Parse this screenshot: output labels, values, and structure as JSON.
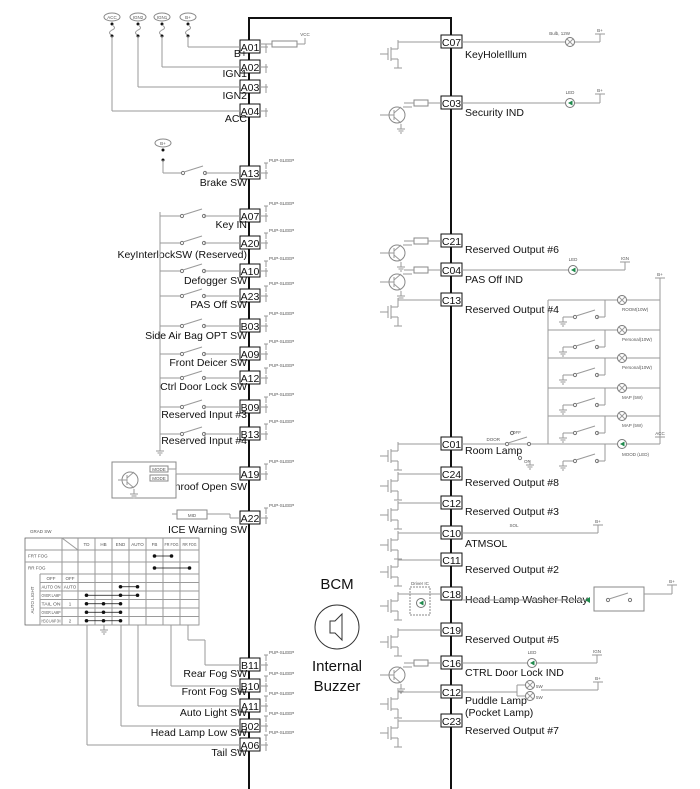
{
  "module": {
    "title": "BCM",
    "buzzer_line1": "Internal",
    "buzzer_line2": "Buzzer"
  },
  "power_sources": [
    "ACC",
    "IGN2",
    "IGN1",
    "B+"
  ],
  "vcc": "VCC",
  "pup_label": "PUP-SLEEP",
  "left_pins": [
    {
      "pin": "A01",
      "label": "B+"
    },
    {
      "pin": "A02",
      "label": "IGN1"
    },
    {
      "pin": "A03",
      "label": "IGN2"
    },
    {
      "pin": "A04",
      "label": "ACC"
    },
    {
      "pin": "A13",
      "label": "Brake SW"
    },
    {
      "pin": "A07",
      "label": "Key IN"
    },
    {
      "pin": "A20",
      "label": "KeyInterlockSW (Reserved)"
    },
    {
      "pin": "A10",
      "label": "Defogger SW"
    },
    {
      "pin": "A23",
      "label": "PAS Off SW"
    },
    {
      "pin": "B03",
      "label": "Side Air Bag OPT SW"
    },
    {
      "pin": "A09",
      "label": "Front Deicer SW"
    },
    {
      "pin": "A12",
      "label": "Ctrl Door Lock SW"
    },
    {
      "pin": "B09",
      "label": "Reserved Input #3"
    },
    {
      "pin": "B13",
      "label": "Reserved Input #4"
    },
    {
      "pin": "A19",
      "label": "Sunroof Open SW"
    },
    {
      "pin": "A22",
      "label": "ICE Warning SW"
    },
    {
      "pin": "B11",
      "label": "Rear Fog SW"
    },
    {
      "pin": "B10",
      "label": "Front Fog SW"
    },
    {
      "pin": "A11",
      "label": "Auto Light SW"
    },
    {
      "pin": "B02",
      "label": "Head Lamp Low SW"
    },
    {
      "pin": "A06",
      "label": "Tail SW"
    }
  ],
  "right_pins": [
    {
      "pin": "C07",
      "label": "KeyHoleIllum"
    },
    {
      "pin": "C03",
      "label": "Security IND"
    },
    {
      "pin": "C21",
      "label": "Reserved Output #6"
    },
    {
      "pin": "C04",
      "label": "PAS Off IND"
    },
    {
      "pin": "C13",
      "label": "Reserved Output #4"
    },
    {
      "pin": "C01",
      "label": "Room Lamp"
    },
    {
      "pin": "C24",
      "label": "Reserved Output #8"
    },
    {
      "pin": "C12",
      "label": "Reserved Output #3"
    },
    {
      "pin": "C10",
      "label": "ATMSOL"
    },
    {
      "pin": "C11",
      "label": "Reserved Output #2"
    },
    {
      "pin": "C18",
      "label": "Head Lamp Washer Relay"
    },
    {
      "pin": "C19",
      "label": "Reserved Output #5"
    },
    {
      "pin": "C16",
      "label": "CTRL Door Lock IND"
    },
    {
      "pin": "C12",
      "label": "Puddle Lamp",
      "label2": "(Pocket Lamp)"
    },
    {
      "pin": "C23",
      "label": "Reserved Output #7"
    }
  ],
  "loads": {
    "keyhole": {
      "name": "Bulb, 12W",
      "supply": "B+"
    },
    "security": {
      "name": "LED",
      "supply": "B+"
    },
    "pas": {
      "name": "LED",
      "supply": "IGN"
    },
    "room_supply": "B+",
    "room_lamps": [
      "ROOM(10W)",
      "Personal(10W)",
      "Personal(10W)",
      "MAP (5W)",
      "MAP (5W)"
    ],
    "mood": {
      "name": "MOOD (LED)",
      "supply": "ACC"
    },
    "door_switch": [
      "OFF",
      "DOOR",
      "ON"
    ],
    "atmsol": {
      "name": "SOL",
      "supply": "B+"
    },
    "washer": {
      "driver": "Driver IC",
      "supply": "B+"
    },
    "ctrl_lock": {
      "name": "LED",
      "supply": "IGN"
    },
    "puddle": {
      "lamps": [
        "5W",
        "5W"
      ],
      "supply": "B+"
    },
    "ice": "MID",
    "sunroof": [
      "MODE",
      "MODE"
    ]
  },
  "accent_colors": {
    "led": "#1f8a4c",
    "bus": "#111111",
    "wire": "#9a9a9a"
  },
  "switch_table": {
    "title": "GRAD SW",
    "columns": [
      "TD",
      "HB",
      "END",
      "AUTO",
      "FB",
      "FR FOG",
      "RR FOG"
    ],
    "group_label": "AUTO LIGHT",
    "rows": [
      {
        "label": "FRT FOG",
        "value": "",
        "dots": [
          4,
          5
        ]
      },
      {
        "label": "RR FOG",
        "value": "",
        "dots": [
          4,
          6
        ]
      },
      {
        "label": "OFF",
        "value": "OFF",
        "dots": []
      },
      {
        "label": "AUTO ON",
        "value": "AUTO",
        "dots": [
          2,
          3
        ]
      },
      {
        "label": "OVER LAMP",
        "value": "",
        "dots": [
          0,
          2,
          3
        ]
      },
      {
        "label": "TAIL ON",
        "value": "1",
        "dots": [
          0,
          1,
          2
        ]
      },
      {
        "label": "OVER LAMP",
        "value": "",
        "dots": [
          0,
          1,
          2
        ]
      },
      {
        "label": "HEAD LAMP ON",
        "value": "2",
        "dots": [
          0,
          1,
          2
        ]
      }
    ]
  }
}
